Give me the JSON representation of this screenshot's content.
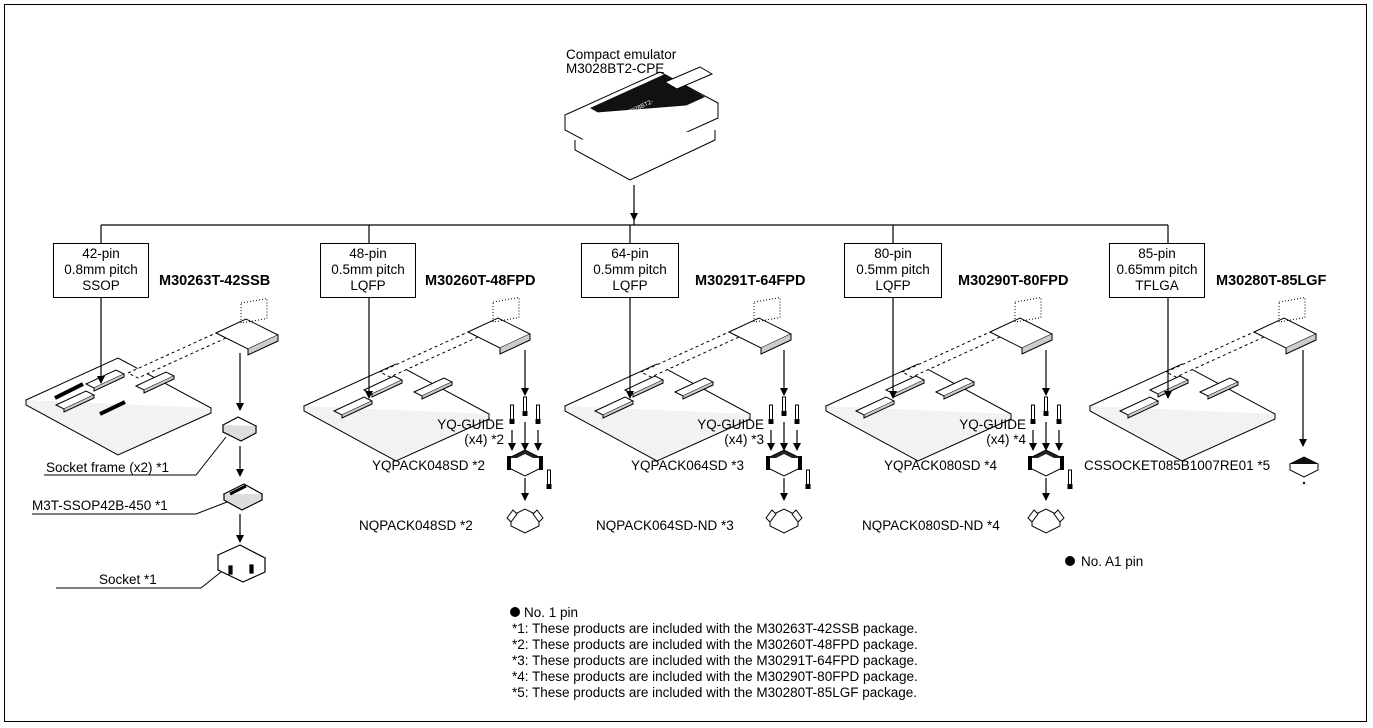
{
  "emulator": {
    "line1": "Compact emulator",
    "line2": "M3028BT2-CPE",
    "board_marking": "M3028BT2-"
  },
  "packages": [
    {
      "pins": "42-pin",
      "pitch": "0.8mm pitch",
      "type": "SSOP",
      "model": "M30263T-42SSB"
    },
    {
      "pins": "48-pin",
      "pitch": "0.5mm pitch",
      "type": "LQFP",
      "model": "M30260T-48FPD"
    },
    {
      "pins": "64-pin",
      "pitch": "0.5mm pitch",
      "type": "LQFP",
      "model": "M30291T-64FPD"
    },
    {
      "pins": "80-pin",
      "pitch": "0.5mm pitch",
      "type": "LQFP",
      "model": "M30290T-80FPD"
    },
    {
      "pins": "85-pin",
      "pitch": "0.65mm pitch",
      "type": "TFLGA",
      "model": "M30280T-85LGF"
    }
  ],
  "ssop_parts": {
    "frame": "Socket frame (x2) *1",
    "adapter": "M3T-SSOP42B-450 *1",
    "socket": "Socket *1"
  },
  "lqfp_groups": [
    {
      "guide1": "YQ-GUIDE",
      "guide2": "(x4) *2",
      "yqpack": "YQPACK048SD *2",
      "nqpack": "NQPACK048SD  *2"
    },
    {
      "guide1": "YQ-GUIDE",
      "guide2": "(x4) *3",
      "yqpack": "YQPACK064SD *3",
      "nqpack": "NQPACK064SD-ND *3"
    },
    {
      "guide1": "YQ-GUIDE",
      "guide2": "(x4) *4",
      "yqpack": "YQPACK080SD *4",
      "nqpack": "NQPACK080SD-ND *4"
    }
  ],
  "tflga_socket": "CSSOCKET085B1007RE01 *5",
  "legend": {
    "a1_pin": "No. A1 pin",
    "pin1": "No. 1 pin",
    "notes": [
      "*1: These products are included with the M30263T-42SSB package.",
      "*2: These products are included with the M30260T-48FPD package.",
      "*3: These products are included with the M30291T-64FPD package.",
      "*4: These products are included with the M30290T-80FPD package.",
      "*5: These products are included with the M30280T-85LGF package."
    ]
  }
}
